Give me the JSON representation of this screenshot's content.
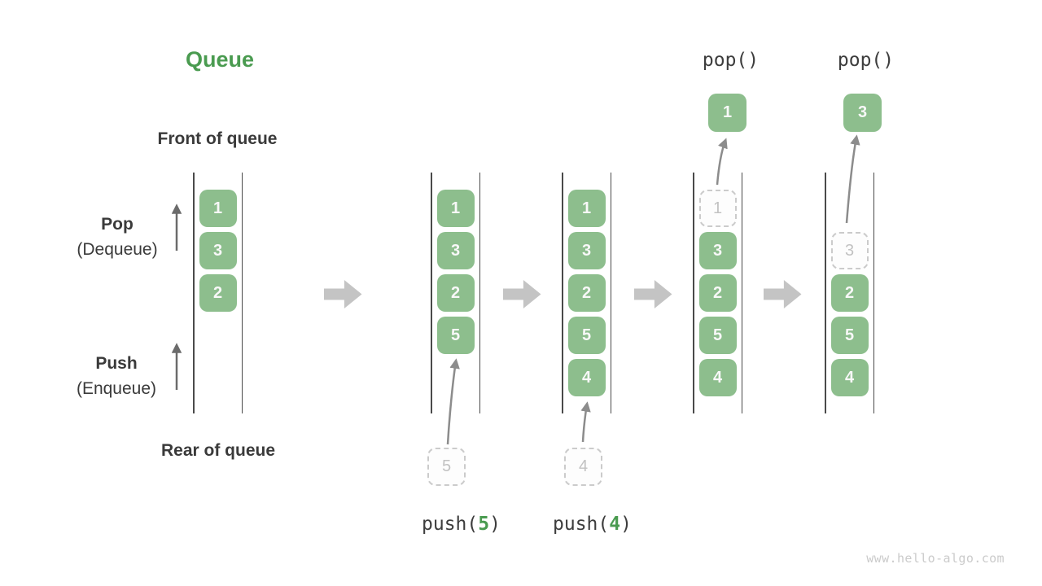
{
  "title": "Queue",
  "side_labels": {
    "front": "Front of queue",
    "rear": "Rear of queue",
    "pop_title": "Pop",
    "pop_sub": "(Dequeue)",
    "push_title": "Push",
    "push_sub": "(Enqueue)"
  },
  "watermark": "www.hello-algo.com",
  "colors": {
    "box_green": "#8DBE8D",
    "accent_green": "#4A9B50",
    "text_dark": "#3A3A3A",
    "block_arrow_gray": "#C4C4C4",
    "curve_arrow_gray": "#8C8C8C",
    "dashed_gray": "#CBCBCB"
  },
  "columns": [
    {
      "name": "state-initial",
      "cells": [
        {
          "value": "1",
          "row": 0,
          "style": "solid"
        },
        {
          "value": "3",
          "row": 1,
          "style": "solid"
        },
        {
          "value": "2",
          "row": 2,
          "style": "solid"
        }
      ]
    },
    {
      "name": "state-after-push-5",
      "cells": [
        {
          "value": "1",
          "row": 0,
          "style": "solid"
        },
        {
          "value": "3",
          "row": 1,
          "style": "solid"
        },
        {
          "value": "2",
          "row": 2,
          "style": "solid"
        },
        {
          "value": "5",
          "row": 3,
          "style": "solid"
        }
      ],
      "operation": {
        "type": "push",
        "staged_value": "5",
        "label_open": "push(",
        "label_arg": "5",
        "label_close": ")"
      }
    },
    {
      "name": "state-after-push-4",
      "cells": [
        {
          "value": "1",
          "row": 0,
          "style": "solid"
        },
        {
          "value": "3",
          "row": 1,
          "style": "solid"
        },
        {
          "value": "2",
          "row": 2,
          "style": "solid"
        },
        {
          "value": "5",
          "row": 3,
          "style": "solid"
        },
        {
          "value": "4",
          "row": 4,
          "style": "solid"
        }
      ],
      "operation": {
        "type": "push",
        "staged_value": "4",
        "label_open": "push(",
        "label_arg": "4",
        "label_close": ")"
      }
    },
    {
      "name": "state-after-pop-1",
      "cells": [
        {
          "value": "1",
          "row": 0,
          "style": "dashed"
        },
        {
          "value": "3",
          "row": 1,
          "style": "solid"
        },
        {
          "value": "2",
          "row": 2,
          "style": "solid"
        },
        {
          "value": "5",
          "row": 3,
          "style": "solid"
        },
        {
          "value": "4",
          "row": 4,
          "style": "solid"
        }
      ],
      "operation": {
        "type": "pop",
        "label": "pop()",
        "popped_value": "1"
      }
    },
    {
      "name": "state-after-pop-3",
      "cells": [
        {
          "value": "3",
          "row": 1,
          "style": "dashed"
        },
        {
          "value": "2",
          "row": 2,
          "style": "solid"
        },
        {
          "value": "5",
          "row": 3,
          "style": "solid"
        },
        {
          "value": "4",
          "row": 4,
          "style": "solid"
        }
      ],
      "operation": {
        "type": "pop",
        "label": "pop()",
        "popped_value": "3"
      }
    }
  ]
}
